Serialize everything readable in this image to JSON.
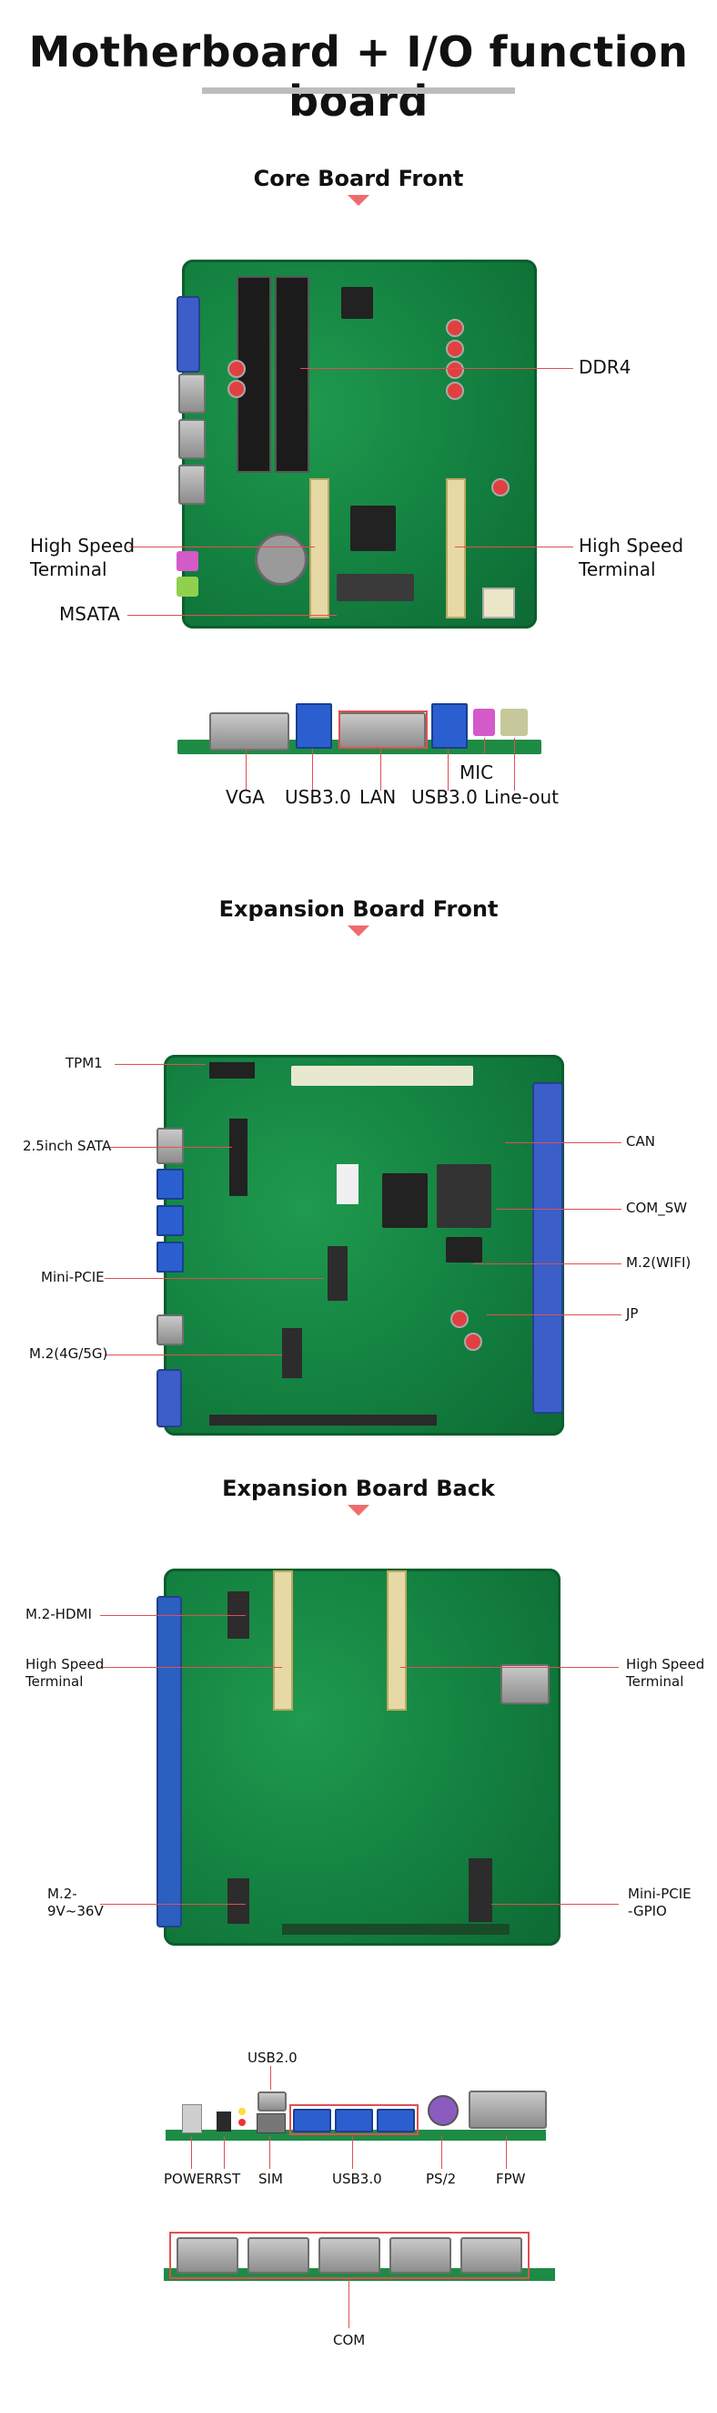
{
  "title": "Motherboard + I/O function board",
  "sections": {
    "core_front": {
      "title": "Core Board Front",
      "labels": {
        "ddr4": "DDR4",
        "hs_left_1": "High Speed",
        "hs_left_2": "Terminal",
        "hs_right_1": "High Speed",
        "hs_right_2": "Terminal",
        "msata": "MSATA"
      }
    },
    "io_rear": {
      "labels": {
        "vga": "VGA",
        "usb30_a": "USB3.0",
        "lan": "LAN",
        "usb30_b": "USB3.0",
        "mic": "MIC",
        "line_out": "Line-out"
      }
    },
    "exp_front": {
      "title": "Expansion Board Front",
      "labels": {
        "tpm1": "TPM1",
        "sata": "2.5inch SATA",
        "minipcie": "Mini-PCIE",
        "m2_4g5g": "M.2(4G/5G)",
        "can": "CAN",
        "com_sw": "COM_SW",
        "m2_wifi": "M.2(WIFI)",
        "jp": "JP"
      }
    },
    "exp_back": {
      "title": "Expansion Board Back",
      "labels": {
        "m2_hdmi": "M.2-HDMI",
        "hs_left_1": "High Speed",
        "hs_left_2": "Terminal",
        "m2_power_1": "M.2-",
        "m2_power_2": "9V~36V",
        "hs_right_1": "High Speed",
        "hs_right_2": "Terminal",
        "minipcie_gpio_1": "Mini-PCIE",
        "minipcie_gpio_2": "-GPIO"
      }
    },
    "exp_io": {
      "labels": {
        "usb20": "USB2.0",
        "power": "POWER",
        "rst": "RST",
        "sim": "SIM",
        "usb30": "USB3.0",
        "ps2": "PS/2",
        "fpw": "FPW"
      }
    },
    "com_strip": {
      "labels": {
        "com": "COM"
      }
    }
  },
  "colors": {
    "accent": "#f06b6b",
    "pcb_green": "#138040",
    "label_line": "#e05050"
  }
}
